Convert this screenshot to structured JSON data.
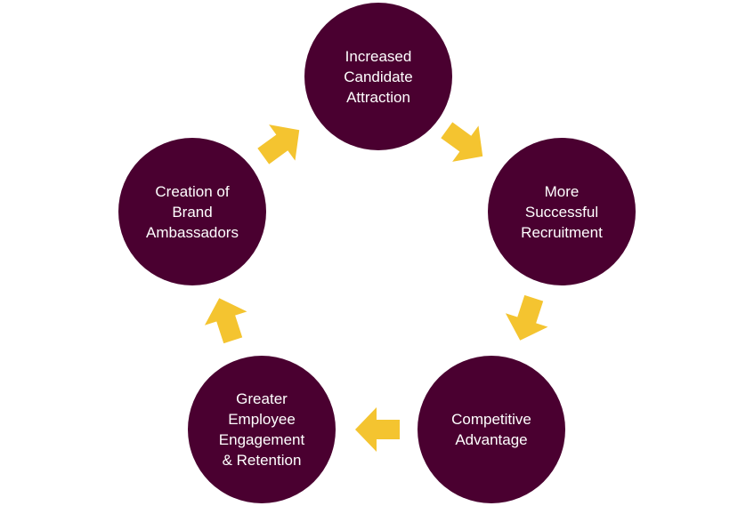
{
  "diagram": {
    "node_color": "#4a0030",
    "arrow_color": "#f4c430",
    "nodes": [
      {
        "label": "Increased\nCandidate\nAttraction"
      },
      {
        "label": "More\nSuccessful\nRecruitment"
      },
      {
        "label": "Competitive\nAdvantage"
      },
      {
        "label": "Greater\nEmployee\nEngagement\n& Retention"
      },
      {
        "label": "Creation of\nBrand\nAmbassadors"
      }
    ],
    "arrows": [
      {
        "icon": "arrow-right-icon"
      },
      {
        "icon": "arrow-right-icon"
      },
      {
        "icon": "arrow-right-icon"
      },
      {
        "icon": "arrow-right-icon"
      },
      {
        "icon": "arrow-right-icon"
      }
    ]
  }
}
